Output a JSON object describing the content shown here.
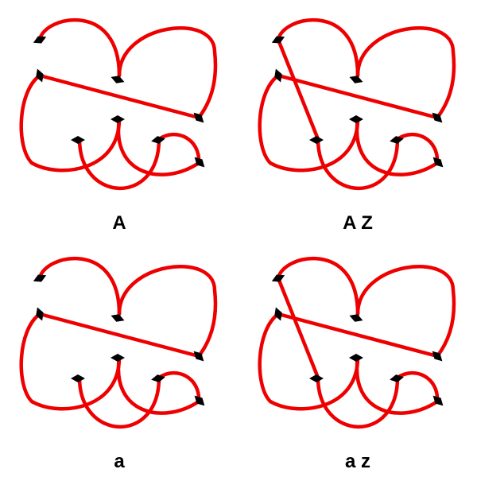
{
  "colors": {
    "curve": "#ee0000",
    "marker": "#000000",
    "background": "#ffffff"
  },
  "panels": [
    {
      "label": "A",
      "has_z_stroke": false
    },
    {
      "label": "A Z",
      "has_z_stroke": true
    },
    {
      "label": "a",
      "has_z_stroke": false
    },
    {
      "label": "a z",
      "has_z_stroke": true
    }
  ]
}
